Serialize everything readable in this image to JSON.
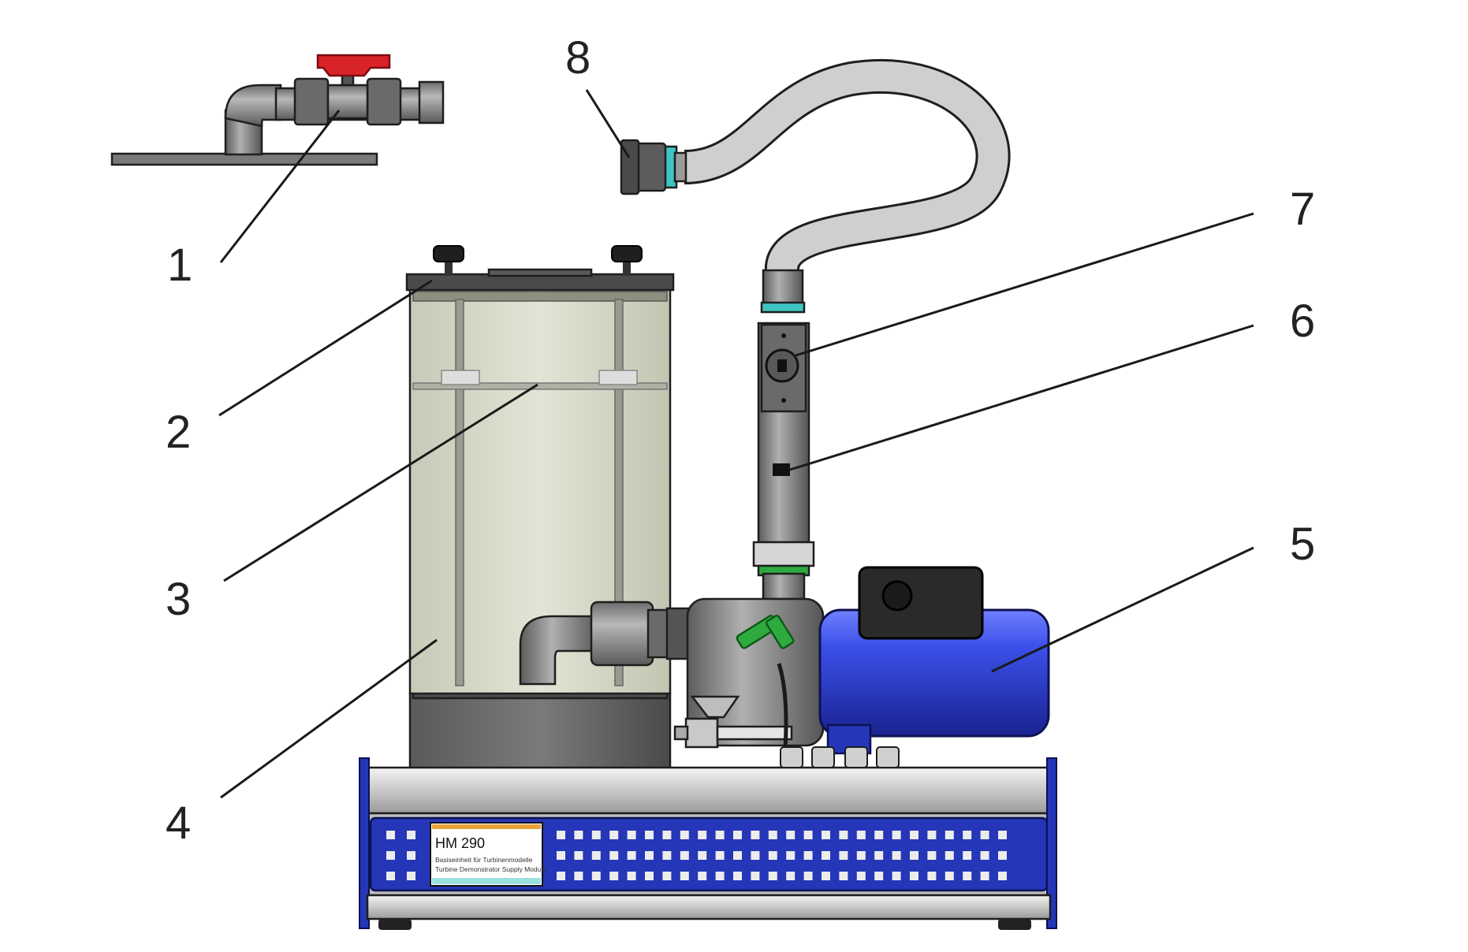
{
  "callouts": [
    {
      "id": "1",
      "label": "1"
    },
    {
      "id": "2",
      "label": "2"
    },
    {
      "id": "3",
      "label": "3"
    },
    {
      "id": "4",
      "label": "4"
    },
    {
      "id": "5",
      "label": "5"
    },
    {
      "id": "6",
      "label": "6"
    },
    {
      "id": "7",
      "label": "7"
    },
    {
      "id": "8",
      "label": "8"
    }
  ],
  "nameplate": {
    "model": "HM 290",
    "line1": "Basiseinheit für Turbinenmodelle",
    "line2": "Turbine Demonstrator Supply Module"
  },
  "colors": {
    "motor_blue": "#2b3fd6",
    "panel_blue": "#2536b8",
    "valve_red": "#d8232a",
    "tank_fill": "#dcdccc",
    "hose_gray": "#cfcfcf",
    "pvc_gray": "#8a8a8a",
    "seal_cyan": "#3fc3c3",
    "cable_green": "#2faa3f"
  }
}
